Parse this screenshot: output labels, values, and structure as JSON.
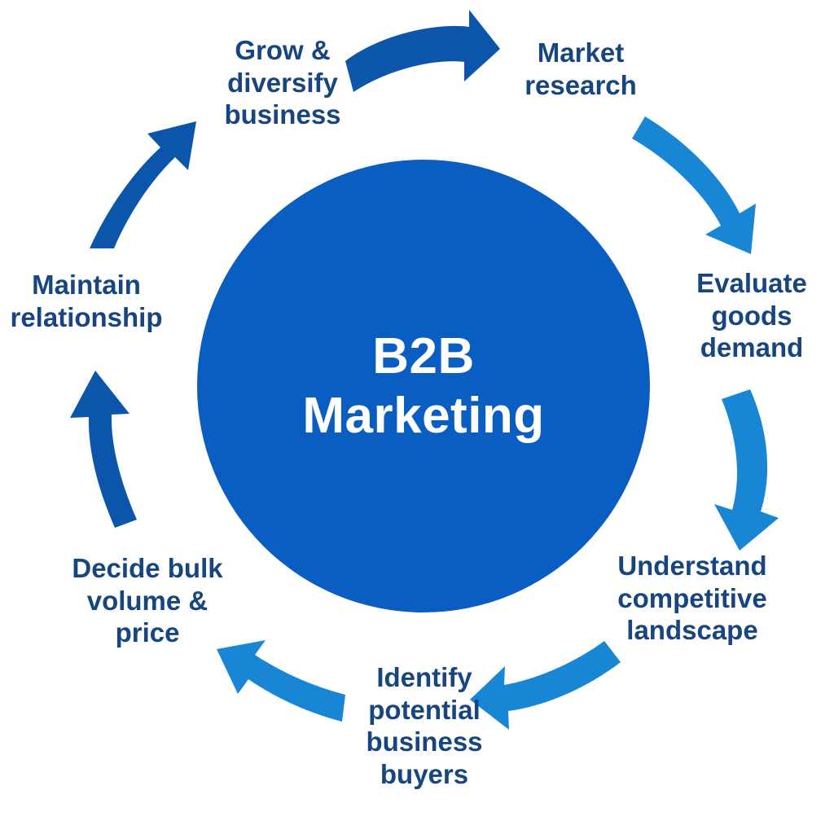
{
  "diagram": {
    "title": "B2B Marketing cycle",
    "type": "circular-cycle",
    "hub": {
      "line1": "B2B",
      "line2": "Marketing",
      "fill": "#0b5ec1",
      "text_color": "#ffffff"
    },
    "label_color": "#17457f",
    "background": "#ffffff",
    "arrow_colors": {
      "dark": "#0b56ab",
      "light": "#1886d4"
    },
    "steps": [
      {
        "id": "market-research",
        "label": "Market\nresearch",
        "position": "top-right",
        "order": 1
      },
      {
        "id": "evaluate-goods-demand",
        "label": "Evaluate\ngoods\ndemand",
        "position": "right-upper",
        "order": 2
      },
      {
        "id": "understand-competitive-landscape",
        "label": "Understand\ncompetitive\nlandscape",
        "position": "right-lower",
        "order": 3
      },
      {
        "id": "identify-potential-business-buyers",
        "label": "Identify\npotential\nbusiness\nbuyers",
        "position": "bottom",
        "order": 4
      },
      {
        "id": "decide-bulk-volume-price",
        "label": "Decide bulk\nvolume &\nprice",
        "position": "left-lower",
        "order": 5
      },
      {
        "id": "maintain-relationship",
        "label": "Maintain\nrelationship",
        "position": "left-upper",
        "order": 6
      },
      {
        "id": "grow-diversify-business",
        "label": "Grow &\ndiversify\nbusiness",
        "position": "top-left",
        "order": 7
      }
    ],
    "arrows": [
      {
        "id": "arrow-grow-to-market",
        "from": "grow-diversify-business",
        "to": "market-research",
        "color": "dark"
      },
      {
        "id": "arrow-market-to-evaluate",
        "from": "market-research",
        "to": "evaluate-goods-demand",
        "color": "light"
      },
      {
        "id": "arrow-evaluate-to-understand",
        "from": "evaluate-goods-demand",
        "to": "understand-competitive-landscape",
        "color": "light"
      },
      {
        "id": "arrow-understand-to-identify",
        "from": "understand-competitive-landscape",
        "to": "identify-potential-business-buyers",
        "color": "light"
      },
      {
        "id": "arrow-identify-to-decide",
        "from": "identify-potential-business-buyers",
        "to": "decide-bulk-volume-price",
        "color": "light"
      },
      {
        "id": "arrow-decide-to-maintain",
        "from": "decide-bulk-volume-price",
        "to": "maintain-relationship",
        "color": "dark"
      },
      {
        "id": "arrow-maintain-to-grow",
        "from": "maintain-relationship",
        "to": "grow-diversify-business",
        "color": "dark"
      }
    ]
  }
}
